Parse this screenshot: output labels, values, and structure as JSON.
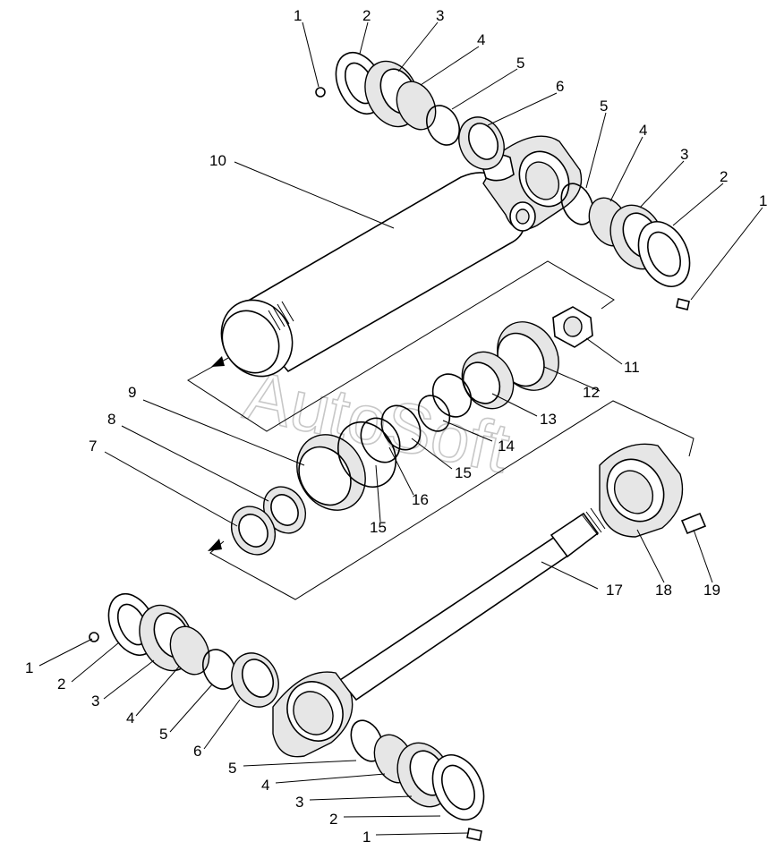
{
  "watermark": "AutoSoft",
  "callouts": [
    {
      "id": "c-1-top",
      "text": "1"
    },
    {
      "id": "c-2-top",
      "text": "2"
    },
    {
      "id": "c-3-top",
      "text": "3"
    },
    {
      "id": "c-4-top",
      "text": "4"
    },
    {
      "id": "c-5-top",
      "text": "5"
    },
    {
      "id": "c-6-top",
      "text": "6"
    },
    {
      "id": "c-10",
      "text": "10"
    },
    {
      "id": "c-5-right",
      "text": "5"
    },
    {
      "id": "c-4-right",
      "text": "4"
    },
    {
      "id": "c-3-right",
      "text": "3"
    },
    {
      "id": "c-2-right",
      "text": "2"
    },
    {
      "id": "c-1-right",
      "text": "1"
    },
    {
      "id": "c-11",
      "text": "11"
    },
    {
      "id": "c-12",
      "text": "12"
    },
    {
      "id": "c-13",
      "text": "13"
    },
    {
      "id": "c-14",
      "text": "14"
    },
    {
      "id": "c-15-a",
      "text": "15"
    },
    {
      "id": "c-16",
      "text": "16"
    },
    {
      "id": "c-15-b",
      "text": "15"
    },
    {
      "id": "c-9",
      "text": "9"
    },
    {
      "id": "c-8",
      "text": "8"
    },
    {
      "id": "c-7",
      "text": "7"
    },
    {
      "id": "c-17",
      "text": "17"
    },
    {
      "id": "c-18",
      "text": "18"
    },
    {
      "id": "c-19",
      "text": "19"
    },
    {
      "id": "c-1-left",
      "text": "1"
    },
    {
      "id": "c-2-left",
      "text": "2"
    },
    {
      "id": "c-3-left",
      "text": "3"
    },
    {
      "id": "c-4-left",
      "text": "4"
    },
    {
      "id": "c-5-left",
      "text": "5"
    },
    {
      "id": "c-6-left",
      "text": "6"
    },
    {
      "id": "c-5-bottom",
      "text": "5"
    },
    {
      "id": "c-4-bottom",
      "text": "4"
    },
    {
      "id": "c-3-bottom",
      "text": "3"
    },
    {
      "id": "c-2-bottom",
      "text": "2"
    },
    {
      "id": "c-1-bottom",
      "text": "1"
    }
  ]
}
